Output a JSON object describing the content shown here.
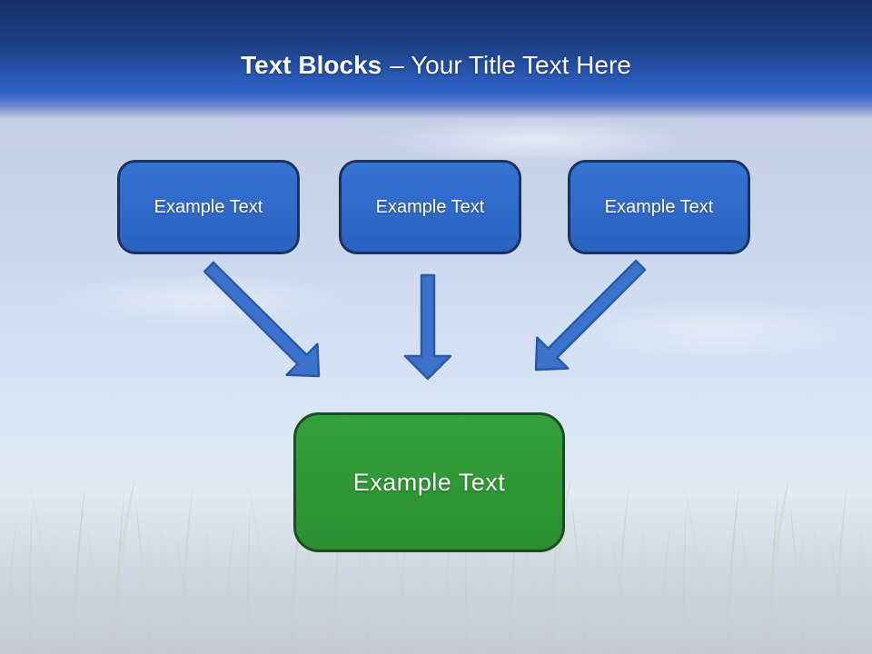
{
  "slide": {
    "header": {
      "title_bold": "Text Blocks",
      "title_regular": "– Your Title Text Here"
    },
    "blocks": [
      {
        "label": "Example Text"
      },
      {
        "label": "Example Text"
      },
      {
        "label": "Example Text"
      }
    ],
    "result_block": {
      "label": "Example Text"
    },
    "colors": {
      "header_top": "#17346d",
      "header_blue": "#2f63c6",
      "box_fill": "#2e68c8",
      "box_border": "#1b3260",
      "arrow_fill": "#3b73cc",
      "arrow_border": "#2a59a8",
      "green_fill": "#2f9733",
      "green_border": "#1a4e1e",
      "title_text": "#ffffff"
    }
  }
}
